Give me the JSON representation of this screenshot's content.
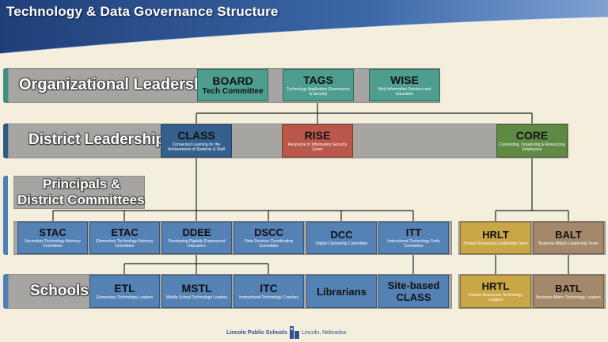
{
  "title": "Technology & Data Governance Structure",
  "tiers": {
    "organizational": "Organizational Leadership",
    "district": "District Leadership",
    "principals_line1": "Principals &",
    "principals_line2": "District Committees",
    "schools": "Schools"
  },
  "boxes": {
    "board": {
      "abbr": "BOARD",
      "full": "Tech Committee"
    },
    "tags": {
      "abbr": "TAGS",
      "full": "Technology Application Governance & Security"
    },
    "wise": {
      "abbr": "WISE",
      "full": "Web Information Services and Education"
    },
    "class": {
      "abbr": "CLASS",
      "full": "Connected Learning for the Achievement of Students & Staff"
    },
    "rise": {
      "abbr": "RISE",
      "full": "Response to Information Security Event"
    },
    "core": {
      "abbr": "CORE",
      "full": "Connecting, Organizing & Resourcing Employees"
    },
    "stac": {
      "abbr": "STAC",
      "full": "Secondary Technology Advisory Committee"
    },
    "etac": {
      "abbr": "ETAC",
      "full": "Elementary Technology Advisory Committee"
    },
    "ddee": {
      "abbr": "DDEE",
      "full": "Developing Digitally Empowered Educators"
    },
    "dscc": {
      "abbr": "DSCC",
      "full": "Data Services Coordinating Committee"
    },
    "dcc": {
      "abbr": "DCC",
      "full": "Digital Citizenship Committee"
    },
    "itt": {
      "abbr": "ITT",
      "full": "Instructional Technology Tools Committee"
    },
    "hrlt": {
      "abbr": "HRLT",
      "full": "Human Resources Leadership Team"
    },
    "balt": {
      "abbr": "BALT",
      "full": "Business Affairs Leadership Team"
    },
    "etl": {
      "abbr": "ETL",
      "full": "Elementary Technology Leaders"
    },
    "mstl": {
      "abbr": "MSTL",
      "full": "Middle School Technology Leaders"
    },
    "itc": {
      "abbr": "ITC",
      "full": "Instructional Technology Coaches"
    },
    "librarians": {
      "abbr": "Librarians"
    },
    "site_based": {
      "line1": "Site-based",
      "line2": "CLASS"
    },
    "hrtl": {
      "abbr": "HRTL",
      "full": "Human Resources Technology Leaders"
    },
    "batl": {
      "abbr": "BATL",
      "full": "Business Affairs Technology Leaders"
    }
  },
  "footer": {
    "org": "Lincoln Public Schools",
    "city": "Lincoln, Nebraska"
  },
  "colors": {
    "teal": "#4e9e90",
    "navy": "#35608d",
    "red": "#b9574a",
    "green": "#5f8a43",
    "blue": "#5582b5",
    "gold": "#c9a646",
    "brown": "#a3896a",
    "band": "#a6a5a1"
  }
}
